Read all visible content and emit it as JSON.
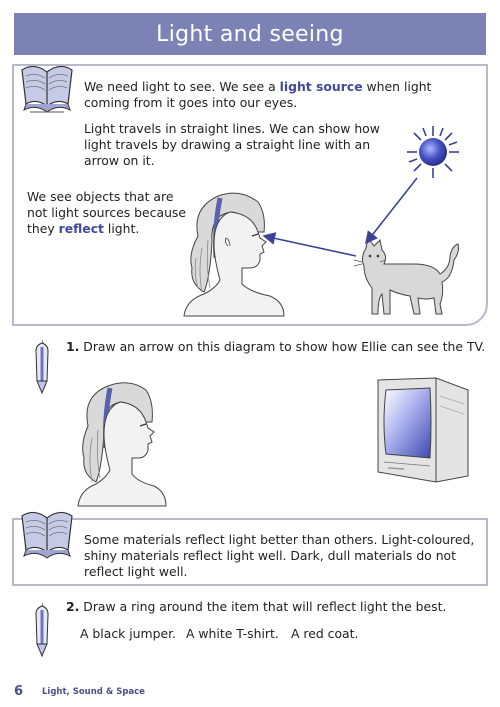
{
  "page": {
    "title": "Light and seeing",
    "page_number": "6",
    "footer_title": "Light, Sound & Space"
  },
  "info_box_1": {
    "para1_a": "We need light to see. We see a ",
    "para1_term": "light source",
    "para1_b": " when light coming from it goes into our eyes.",
    "para2": "Light travels in straight lines. We can show how light travels by drawing a straight line with an arrow on it.",
    "para3_a": "We see objects that are not light sources because they ",
    "para3_term": "reflect",
    "para3_b": " light."
  },
  "question_1": {
    "number": "1.",
    "text": " Draw an arrow on this diagram to show how Ellie can see the TV."
  },
  "info_box_2": {
    "text": "Some materials reflect light better than others. Light-coloured, shiny materials reflect light well. Dark, dull materials do not reflect light well."
  },
  "question_2": {
    "number": "2.",
    "text": " Draw a ring around the item that will reflect light the best.",
    "options": [
      "A black jumper.",
      "A white T-shirt.",
      "A red coat."
    ]
  },
  "icons": [
    "open-book-icon",
    "pencil-icon",
    "sun-icon"
  ],
  "colors": {
    "title_bar": "#7c82b4",
    "highlight": "#3f4a9e",
    "box_border": "#b9b9c9",
    "arrow": "#3a4396"
  }
}
